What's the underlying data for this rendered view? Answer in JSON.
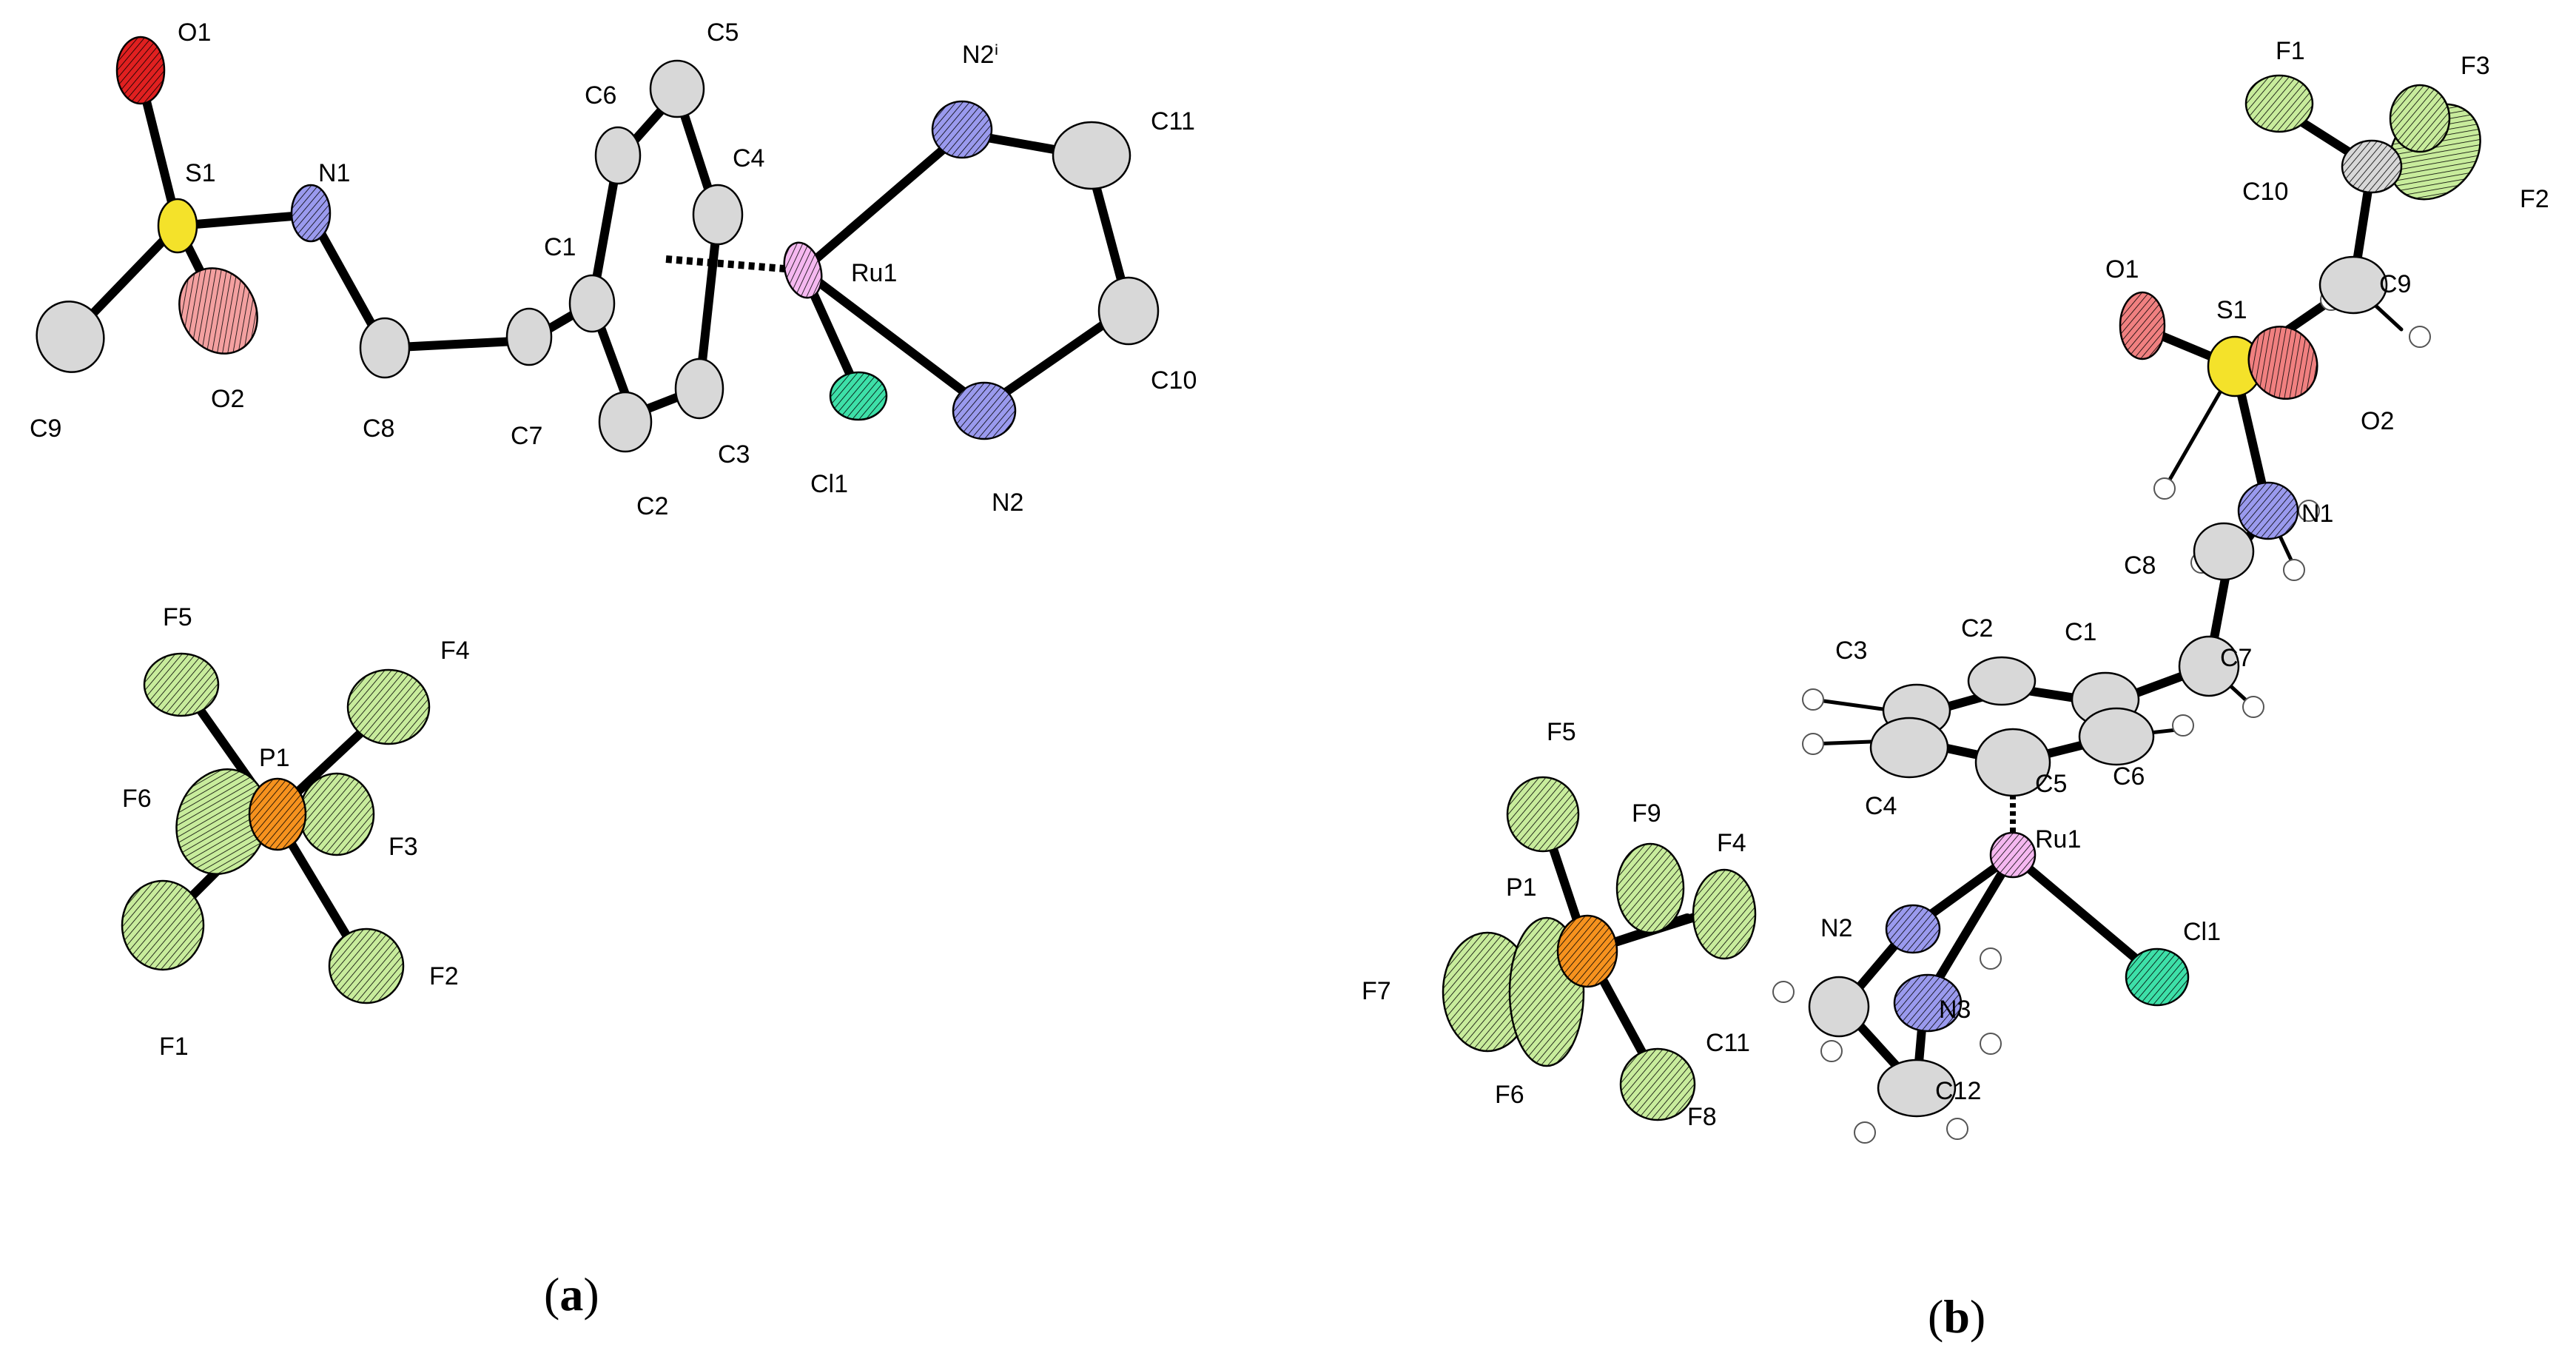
{
  "colors": {
    "carbon": "#d8d8d8",
    "oxygen": "#e02020",
    "sulfur": "#f4e22a",
    "nitrogen": "#2a2ad8",
    "ruthenium": "#f06ae6",
    "chlorine": "#3de0a8",
    "fluorine": "#9ed84a",
    "phosphorus": "#f6921e",
    "hydrogen": "#ffffff"
  },
  "panels": [
    {
      "id": "a",
      "caption": {
        "open": "(",
        "letter": "a",
        "close": ")"
      },
      "atoms": [
        "O1",
        "S1",
        "N1",
        "C9",
        "O2",
        "C8",
        "C7",
        "C1",
        "C6",
        "C5",
        "C4",
        "C2",
        "C3",
        "Ru1",
        "Cl1",
        "N2ⁱ",
        "C11",
        "C10",
        "N2",
        "F5",
        "F4",
        "P1",
        "F6",
        "F3",
        "F1",
        "F2"
      ]
    },
    {
      "id": "b",
      "caption": {
        "open": "(",
        "letter": "b",
        "close": ")"
      },
      "atoms": [
        "F1",
        "F3",
        "F2",
        "C10",
        "C9",
        "O1",
        "S1",
        "O2",
        "N1",
        "C8",
        "C3",
        "C2",
        "C1",
        "C7",
        "C4",
        "C5",
        "C6",
        "Ru1",
        "Cl1",
        "N2",
        "N3",
        "C11",
        "C12",
        "F5",
        "F9",
        "F4",
        "P1",
        "F7",
        "F6",
        "F8"
      ]
    }
  ]
}
